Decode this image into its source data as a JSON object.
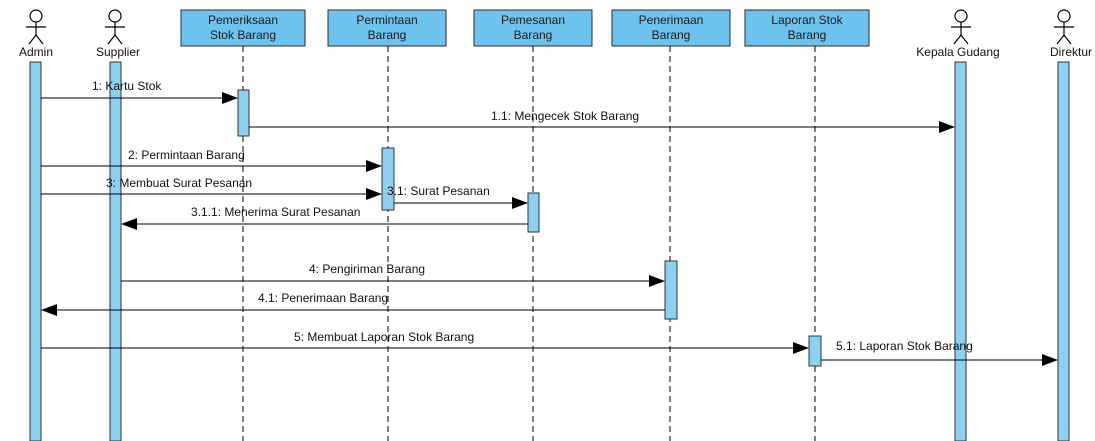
{
  "diagram": {
    "type": "uml-sequence-diagram",
    "colors": {
      "box_fill": "#6ec3ee",
      "box_border": "#2b2b2b",
      "lifeline_bar": "#8dd0f2",
      "activation_fill": "#8dd0f2",
      "line": "#000000"
    },
    "actors": [
      {
        "id": "admin",
        "name": "Admin"
      },
      {
        "id": "supplier",
        "name": "Supplier"
      },
      {
        "id": "kepala_gudang",
        "name": "Kepala Gudang"
      },
      {
        "id": "direktur",
        "name": "Direktur"
      }
    ],
    "objects": [
      {
        "id": "pemeriksaan",
        "lines": [
          "Pemeriksaan",
          "Stok Barang"
        ]
      },
      {
        "id": "permintaan",
        "lines": [
          "Permintaan",
          "Barang"
        ]
      },
      {
        "id": "pemesanan",
        "lines": [
          "Pemesanan",
          "Barang"
        ]
      },
      {
        "id": "penerimaan",
        "lines": [
          "Penerimaan",
          "Barang"
        ]
      },
      {
        "id": "laporan",
        "lines": [
          "Laporan Stok",
          "Barang"
        ]
      }
    ],
    "messages": [
      {
        "label": "1: Kartu Stok",
        "from": "admin",
        "to": "pemeriksaan"
      },
      {
        "label": "1.1: Mengecek Stok Barang",
        "from": "pemeriksaan",
        "to": "kepala_gudang"
      },
      {
        "label": "2: Permintaan Barang",
        "from": "admin",
        "to": "permintaan"
      },
      {
        "label": "3: Membuat Surat Pesanan",
        "from": "admin",
        "to": "permintaan"
      },
      {
        "label": "3.1: Surat Pesanan",
        "from": "permintaan",
        "to": "pemesanan"
      },
      {
        "label": "3.1.1: Menerima Surat Pesanan",
        "from": "pemesanan",
        "to": "supplier"
      },
      {
        "label": "4: Pengiriman Barang",
        "from": "supplier",
        "to": "penerimaan"
      },
      {
        "label": "4.1: Penerimaan Barang",
        "from": "penerimaan",
        "to": "admin"
      },
      {
        "label": "5: Membuat Laporan Stok Barang",
        "from": "admin",
        "to": "laporan"
      },
      {
        "label": "5.1: Laporan Stok Barang",
        "from": "laporan",
        "to": "direktur"
      }
    ]
  }
}
